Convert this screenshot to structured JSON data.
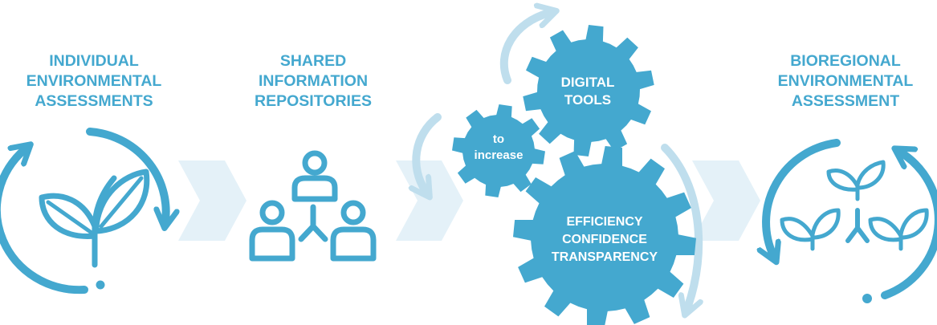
{
  "colors": {
    "primary": "#44a8cf",
    "light": "#bfdeed",
    "chevron": "#e4f1f8",
    "text_on_gear": "#ffffff"
  },
  "stages": [
    {
      "id": "individual",
      "heading": [
        "INDIVIDUAL",
        "ENVIRONMENTAL",
        "ASSESSMENTS"
      ],
      "icon": "plant-cycle-icon"
    },
    {
      "id": "shared",
      "heading": [
        "SHARED",
        "INFORMATION",
        "REPOSITORIES"
      ],
      "icon": "people-network-icon"
    },
    {
      "id": "digital",
      "icon": "gears-icon"
    },
    {
      "id": "bioregional",
      "heading": [
        "BIOREGIONAL",
        "ENVIRONMENTAL",
        "ASSESSMENT"
      ],
      "icon": "plants-network-cycle-icon"
    }
  ],
  "gears": {
    "small": [
      "to",
      "increase"
    ],
    "top": [
      "DIGITAL",
      "TOOLS"
    ],
    "large": [
      "EFFICIENCY",
      "CONFIDENCE",
      "TRANSPARENCY"
    ]
  }
}
